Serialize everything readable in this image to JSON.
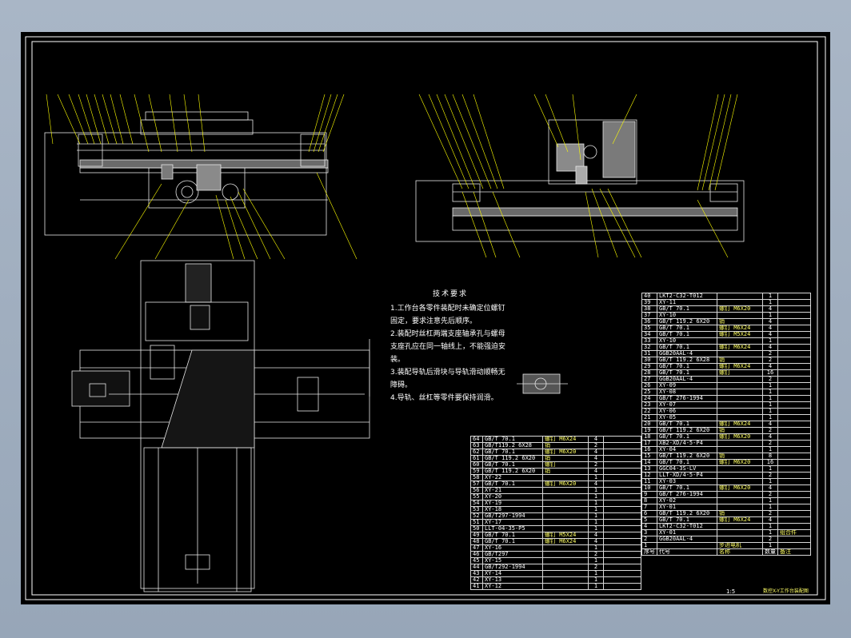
{
  "colors": {
    "background": "#000000",
    "frame": "#ffffff",
    "line": "#e6e6e6",
    "label": "#ffff00",
    "leader": "#ffff00",
    "window": "#a4b2c3"
  },
  "technical_notes": {
    "title": "技术要求",
    "lines": [
      "1.工作台各零件装配时未确定位螺钉",
      "固定，要求注意先后顺序。",
      "2.装配时丝杠两端支座轴承孔与螺母",
      "支座孔应在同一轴线上，不能强迫安",
      "装。",
      "3.装配导轨后滑块与导轨滑动顺畅无",
      "障碍。",
      "4.导轨、丝杠等零件要保持润滑。"
    ]
  },
  "bom_left": [
    {
      "no": "64",
      "code": "GB/T 70.1",
      "name": "螺钉 M6X24",
      "qty": "4",
      "note": ""
    },
    {
      "no": "63",
      "code": "GB/T119.2 6X28",
      "name": "销",
      "qty": "2",
      "note": ""
    },
    {
      "no": "62",
      "code": "GB/T 70.1",
      "name": "螺钉 M6X20",
      "qty": "4",
      "note": ""
    },
    {
      "no": "61",
      "code": "GB/T 119.2 6X20",
      "name": "销",
      "qty": "4",
      "note": ""
    },
    {
      "no": "60",
      "code": "GB/T 70.1",
      "name": "螺钉",
      "qty": "2",
      "note": ""
    },
    {
      "no": "59",
      "code": "GB/T 119.2 6X20",
      "name": "销",
      "qty": "4",
      "note": ""
    },
    {
      "no": "58",
      "code": "XY-22",
      "name": "",
      "qty": "1",
      "note": ""
    },
    {
      "no": "57",
      "code": "GB/T 70.1",
      "name": "螺钉 M6X20",
      "qty": "4",
      "note": ""
    },
    {
      "no": "56",
      "code": "XY-21",
      "name": "",
      "qty": "1",
      "note": ""
    },
    {
      "no": "55",
      "code": "XY-20",
      "name": "",
      "qty": "1",
      "note": ""
    },
    {
      "no": "54",
      "code": "XY-19",
      "name": "",
      "qty": "1",
      "note": ""
    },
    {
      "no": "53",
      "code": "XY-18",
      "name": "",
      "qty": "1",
      "note": ""
    },
    {
      "no": "52",
      "code": "GB/T297-1994",
      "name": "",
      "qty": "1",
      "note": ""
    },
    {
      "no": "51",
      "code": "XY-17",
      "name": "",
      "qty": "1",
      "note": ""
    },
    {
      "no": "50",
      "code": "LLT-04-35-P5",
      "name": "",
      "qty": "1",
      "note": ""
    },
    {
      "no": "49",
      "code": "GB/T 70.1",
      "name": "螺钉 M5X24",
      "qty": "4",
      "note": ""
    },
    {
      "no": "48",
      "code": "GB/T 70.1",
      "name": "螺钉 M6X24",
      "qty": "4",
      "note": ""
    },
    {
      "no": "47",
      "code": "XY-16",
      "name": "",
      "qty": "1",
      "note": ""
    },
    {
      "no": "46",
      "code": "GB/T297",
      "name": "",
      "qty": "2",
      "note": ""
    },
    {
      "no": "45",
      "code": "XY-15",
      "name": "",
      "qty": "1",
      "note": ""
    },
    {
      "no": "44",
      "code": "GB/T292-1994",
      "name": "",
      "qty": "2",
      "note": ""
    },
    {
      "no": "43",
      "code": "XY-14",
      "name": "",
      "qty": "1",
      "note": ""
    },
    {
      "no": "42",
      "code": "XY-13",
      "name": "",
      "qty": "1",
      "note": ""
    },
    {
      "no": "41",
      "code": "XY-12",
      "name": "",
      "qty": "1",
      "note": ""
    }
  ],
  "bom_right": [
    {
      "no": "40",
      "code": "LKT2-C32-T012",
      "name": "",
      "qty": "1",
      "note": ""
    },
    {
      "no": "39",
      "code": "XY-11",
      "name": "",
      "qty": "1",
      "note": ""
    },
    {
      "no": "38",
      "code": "GB/T 70.1",
      "name": "螺钉 M6X20",
      "qty": "4",
      "note": ""
    },
    {
      "no": "37",
      "code": "XY-10",
      "name": "",
      "qty": "1",
      "note": ""
    },
    {
      "no": "36",
      "code": "GB/T 119.2 6X20",
      "name": "销",
      "qty": "4",
      "note": ""
    },
    {
      "no": "35",
      "code": "GB/T 70.1",
      "name": "螺钉 M6X24",
      "qty": "4",
      "note": ""
    },
    {
      "no": "34",
      "code": "GB/T 70.1",
      "name": "螺钉 M5X24",
      "qty": "4",
      "note": ""
    },
    {
      "no": "33",
      "code": "XY-10",
      "name": "",
      "qty": "1",
      "note": ""
    },
    {
      "no": "32",
      "code": "GB/T 70.1",
      "name": "螺钉 M6X24",
      "qty": "4",
      "note": ""
    },
    {
      "no": "31",
      "code": "GGB20AAL-4",
      "name": "",
      "qty": "2",
      "note": ""
    },
    {
      "no": "30",
      "code": "GB/T 119.2 6X28",
      "name": "销",
      "qty": "2",
      "note": ""
    },
    {
      "no": "29",
      "code": "GB/T 70.1",
      "name": "螺钉 M6X24",
      "qty": "4",
      "note": ""
    },
    {
      "no": "28",
      "code": "GB/T 70.1",
      "name": "螺钉",
      "qty": "16",
      "note": ""
    },
    {
      "no": "27",
      "code": "GGB20AAL-4",
      "name": "",
      "qty": "2",
      "note": ""
    },
    {
      "no": "26",
      "code": "XY-09",
      "name": "",
      "qty": "1",
      "note": ""
    },
    {
      "no": "25",
      "code": "XY-08",
      "name": "",
      "qty": "1",
      "note": ""
    },
    {
      "no": "24",
      "code": "GB/T 276-1994",
      "name": "",
      "qty": "1",
      "note": ""
    },
    {
      "no": "23",
      "code": "XY-07",
      "name": "",
      "qty": "1",
      "note": ""
    },
    {
      "no": "22",
      "code": "XY-06",
      "name": "",
      "qty": "1",
      "note": ""
    },
    {
      "no": "21",
      "code": "XY-05",
      "name": "",
      "qty": "1",
      "note": ""
    },
    {
      "no": "20",
      "code": "GB/T 70.1",
      "name": "螺钉 M6X24",
      "qty": "4",
      "note": ""
    },
    {
      "no": "19",
      "code": "GB/T 119.2 6X20",
      "name": "销",
      "qty": "2",
      "note": ""
    },
    {
      "no": "18",
      "code": "GB/T 70.1",
      "name": "螺钉 M6X20",
      "qty": "4",
      "note": ""
    },
    {
      "no": "17",
      "code": "XB2-XD/4-5-P4",
      "name": "",
      "qty": "2",
      "note": ""
    },
    {
      "no": "16",
      "code": "XY-04",
      "name": "",
      "qty": "1",
      "note": ""
    },
    {
      "no": "15",
      "code": "GB/T 119.2 6X20",
      "name": "销",
      "qty": "8",
      "note": ""
    },
    {
      "no": "14",
      "code": "GB/T 70.1",
      "name": "螺钉 M6X20",
      "qty": "16",
      "note": ""
    },
    {
      "no": "13",
      "code": "GGC04-3S-LV",
      "name": "",
      "qty": "1",
      "note": ""
    },
    {
      "no": "12",
      "code": "LLT-XD/4-5-P4",
      "name": "",
      "qty": "2",
      "note": ""
    },
    {
      "no": "11",
      "code": "XY-03",
      "name": "",
      "qty": "1",
      "note": ""
    },
    {
      "no": "10",
      "code": "GB/T 70.1",
      "name": "螺钉 M6X20",
      "qty": "4",
      "note": ""
    },
    {
      "no": "9",
      "code": "GB/T 276-1994",
      "name": "",
      "qty": "2",
      "note": ""
    },
    {
      "no": "8",
      "code": "XY-02",
      "name": "",
      "qty": "1",
      "note": ""
    },
    {
      "no": "7",
      "code": "XY-01",
      "name": "",
      "qty": "1",
      "note": ""
    },
    {
      "no": "6",
      "code": "GB/T 119.2 6X20",
      "name": "销",
      "qty": "2",
      "note": ""
    },
    {
      "no": "5",
      "code": "GB/T 70.1",
      "name": "螺钉 M6X24",
      "qty": "4",
      "note": ""
    },
    {
      "no": "4",
      "code": "LKT2-C32-T012",
      "name": "",
      "qty": "1",
      "note": ""
    },
    {
      "no": "3",
      "code": "XY-01",
      "name": "",
      "qty": "1",
      "note": "组合件"
    },
    {
      "no": "2",
      "code": "GGB20AAL-4",
      "name": "",
      "qty": "2",
      "note": ""
    },
    {
      "no": "1",
      "code": "",
      "name": "步进电机",
      "qty": "1",
      "note": ""
    },
    {
      "no": "序号",
      "code": "代号",
      "name": "名称",
      "qty": "数量",
      "note": "备注"
    }
  ],
  "title_block": {
    "scale": "1:5",
    "drawing_name": "数控X-Y工作台装配图"
  }
}
